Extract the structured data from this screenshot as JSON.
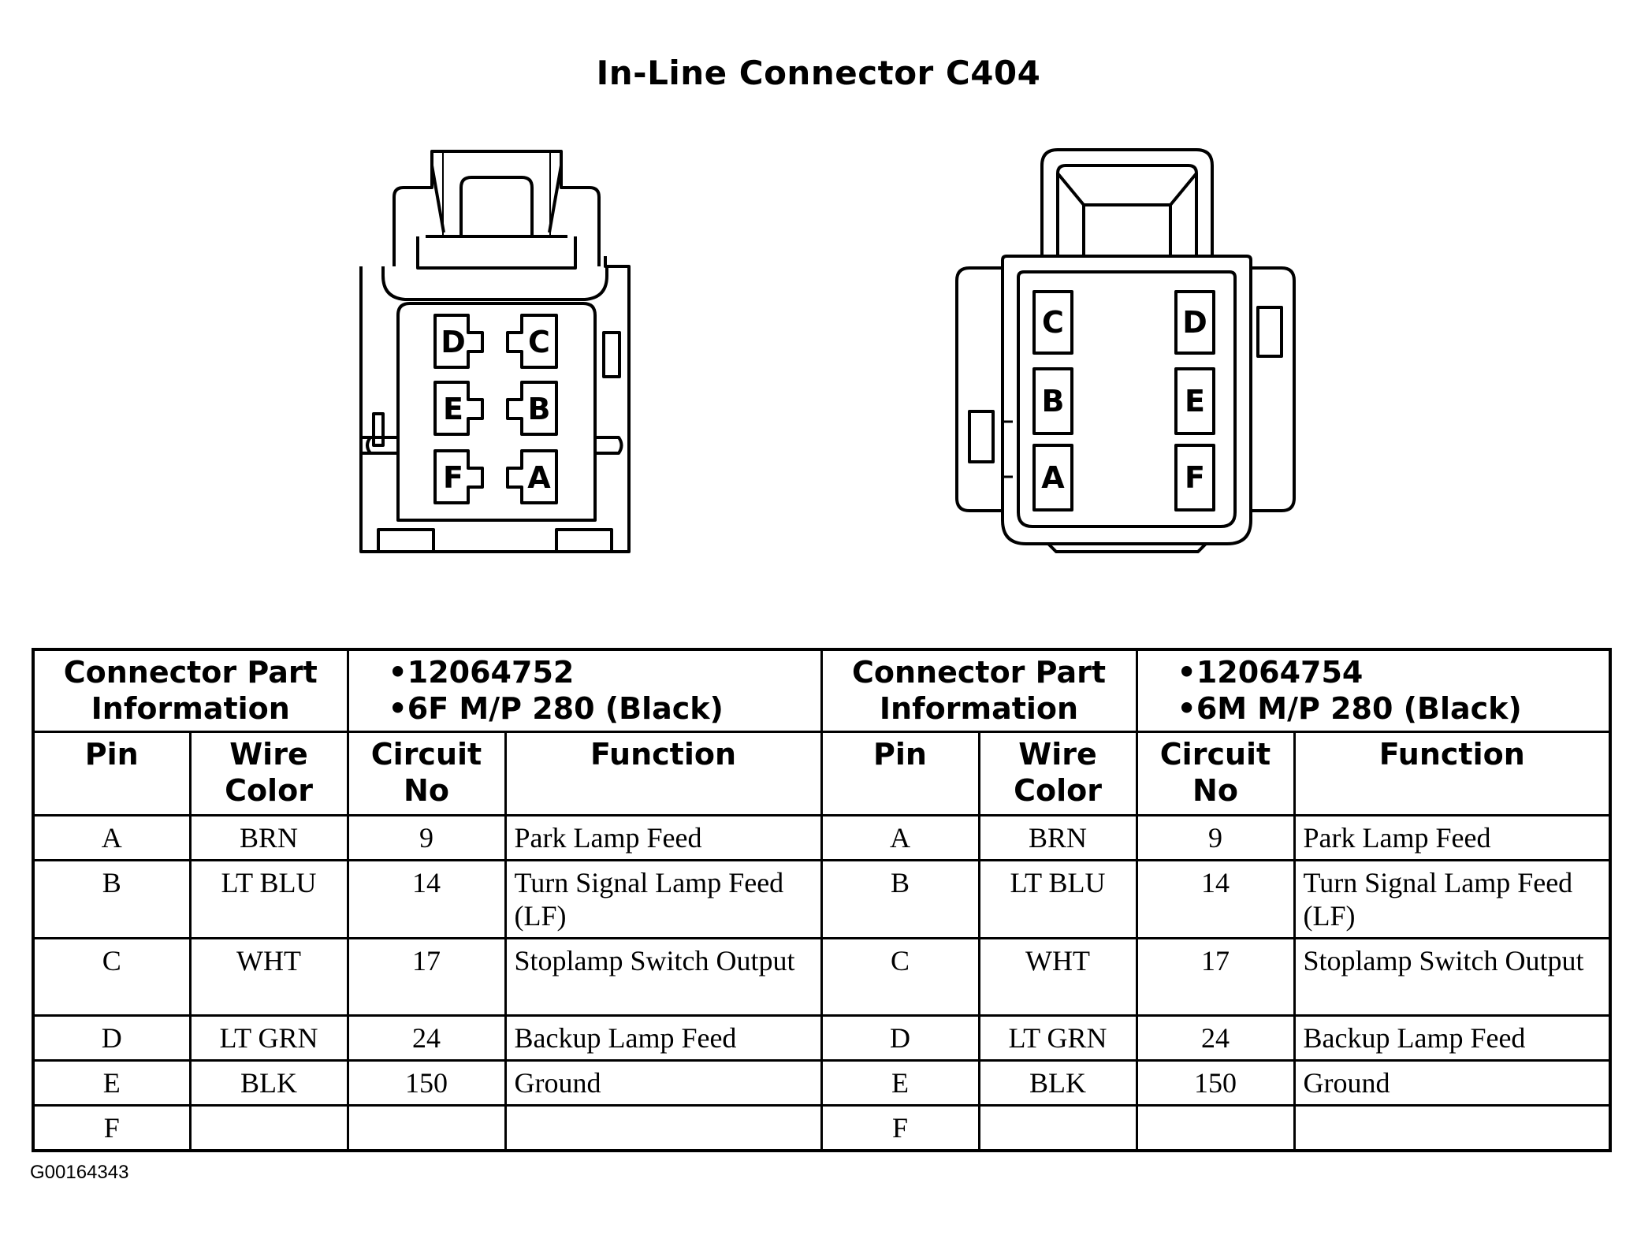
{
  "title": "In-Line Connector C404",
  "figure_id": "G00164343",
  "connector_left": {
    "pins_order": [
      "D",
      "C",
      "E",
      "B",
      "F",
      "A"
    ]
  },
  "connector_right": {
    "pins_order": [
      "C",
      "D",
      "B",
      "E",
      "A",
      "F"
    ]
  },
  "table": {
    "headers": {
      "part_info": "Connector Part Information",
      "pin": "Pin",
      "wire_color": "Wire Color",
      "circuit_no": "Circuit No",
      "function": "Function"
    },
    "left": {
      "part_number": "12064752",
      "part_desc": "6F M/P 280 (Black)"
    },
    "right": {
      "part_number": "12064754",
      "part_desc": "6M M/P 280 (Black)"
    },
    "rows": [
      {
        "pin": "A",
        "color": "BRN",
        "circuit": "9",
        "function": "Park Lamp Feed"
      },
      {
        "pin": "B",
        "color": "LT BLU",
        "circuit": "14",
        "function": "Turn Signal Lamp Feed (LF)"
      },
      {
        "pin": "C",
        "color": "WHT",
        "circuit": "17",
        "function": "Stoplamp Switch Output"
      },
      {
        "pin": "D",
        "color": "LT GRN",
        "circuit": "24",
        "function": "Backup Lamp Feed"
      },
      {
        "pin": "E",
        "color": "BLK",
        "circuit": "150",
        "function": "Ground"
      },
      {
        "pin": "F",
        "color": "",
        "circuit": "",
        "function": ""
      }
    ]
  }
}
